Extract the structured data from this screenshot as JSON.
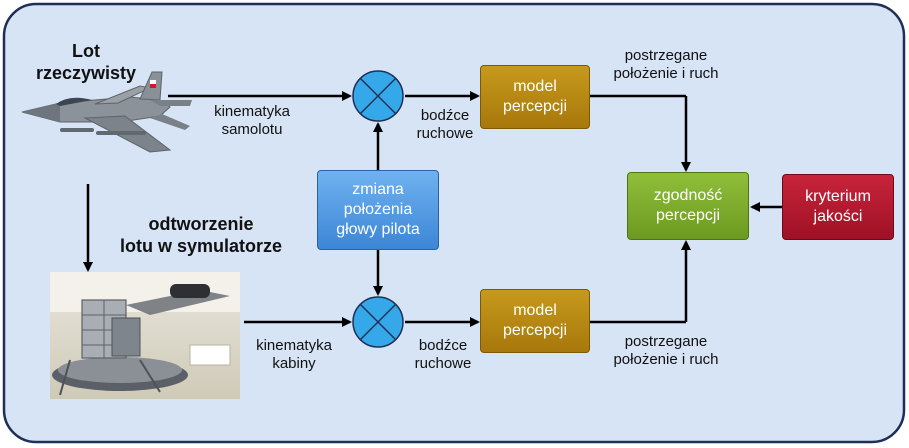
{
  "labels": {
    "lot_rzeczywisty_1": "Lot",
    "lot_rzeczywisty_2": "rzeczywisty",
    "kinematyka_samolotu_1": "kinematyka",
    "kinematyka_samolotu_2": "samolotu",
    "bodzce_top_1": "bodźce",
    "bodzce_top_2": "ruchowe",
    "postrzegane_top_1": "postrzegane",
    "postrzegane_top_2": "położenie i ruch",
    "odtworzenie_1": "odtworzenie",
    "odtworzenie_2": "lotu w symulatorze",
    "kinematyka_kabiny_1": "kinematyka",
    "kinematyka_kabiny_2": "kabiny",
    "bodzce_bottom_1": "bodźce",
    "bodzce_bottom_2": "ruchowe",
    "postrzegane_bottom_1": "postrzegane",
    "postrzegane_bottom_2": "położenie i ruch"
  },
  "boxes": {
    "model_top_1": "model",
    "model_top_2": "percepcji",
    "model_bottom_1": "model",
    "model_bottom_2": "percepcji",
    "zmiana_1": "zmiana",
    "zmiana_2": "położenia",
    "zmiana_3": "głowy pilota",
    "zgodnosc_1": "zgodność",
    "zgodnosc_2": "percepcji",
    "kryterium_1": "kryterium",
    "kryterium_2": "jakości"
  },
  "colors": {
    "panel_fill": "#d7e4f5",
    "panel_border": "#1f2f55",
    "junction_fill": "#34a8e8",
    "arrow": "#000000"
  },
  "icons": {
    "aircraft": "fighter-jet-image",
    "simulator": "flight-simulator-image"
  }
}
